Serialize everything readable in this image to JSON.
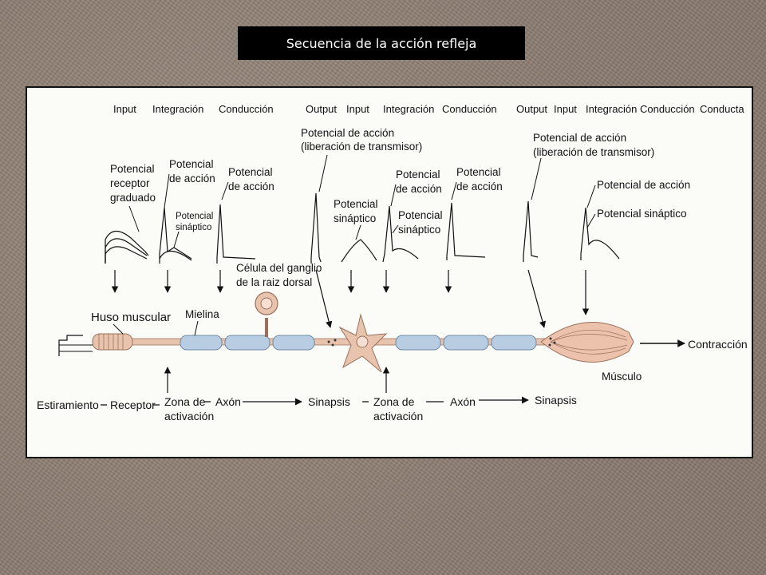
{
  "title": "Secuencia de la acción refleja",
  "header": {
    "input_1": "Input",
    "integracion_1": "Integración",
    "conduccion_1": "Conducción",
    "output_1": "Output",
    "input_2": "Input",
    "integracion_2": "Integración",
    "conduccion_2": "Conducción",
    "output_2": "Output",
    "input_3": "Input",
    "integracion_3": "Integración",
    "conduccion_3": "Conducción",
    "conducta": "Conducta"
  },
  "signals": {
    "pot_receptor": [
      "Potencial",
      "receptor",
      "graduado"
    ],
    "pot_accion_1": [
      "Potencial",
      "de acción"
    ],
    "pot_sinaptico_small": [
      "Potencial",
      "sináptico"
    ],
    "pot_accion_2": [
      "Potencial",
      "de acción"
    ],
    "pot_liberacion_1": [
      "Potencial de acción",
      "(liberación de transmisor)"
    ],
    "pot_sinaptico_2": [
      "Potencial",
      "sináptico"
    ],
    "pot_accion_3": [
      "Potencial",
      "de acción"
    ],
    "pot_sinaptico_3": [
      "Potencial",
      "sináptico"
    ],
    "pot_accion_4": [
      "Potencial",
      "de acción"
    ],
    "pot_liberacion_2": [
      "Potencial de acción",
      "(liberación de transmisor)"
    ],
    "pot_accion_5": "Potencial de acción",
    "pot_sinaptico_5": "Potencial sináptico"
  },
  "anatomy": {
    "ganglio": [
      "Célula del ganglio",
      "de la raiz dorsal"
    ],
    "huso": "Huso muscular",
    "mielina": "Mielina",
    "musculo": "Músculo",
    "contraccion": "Contracción"
  },
  "sequence": {
    "estiramiento": "Estiramiento",
    "receptor": "Receptor",
    "zona_1": [
      "Zona de",
      "activación"
    ],
    "axon_1": "Axón",
    "sinapsis_1": "Sinapsis",
    "zona_2": [
      "Zona de",
      "activación"
    ],
    "axon_2": "Axón",
    "sinapsis_2": "Sinapsis"
  },
  "colors": {
    "nerve": "#e8c4ae",
    "myelin": "#b9cde2",
    "muscle": "#ecc2ad"
  }
}
